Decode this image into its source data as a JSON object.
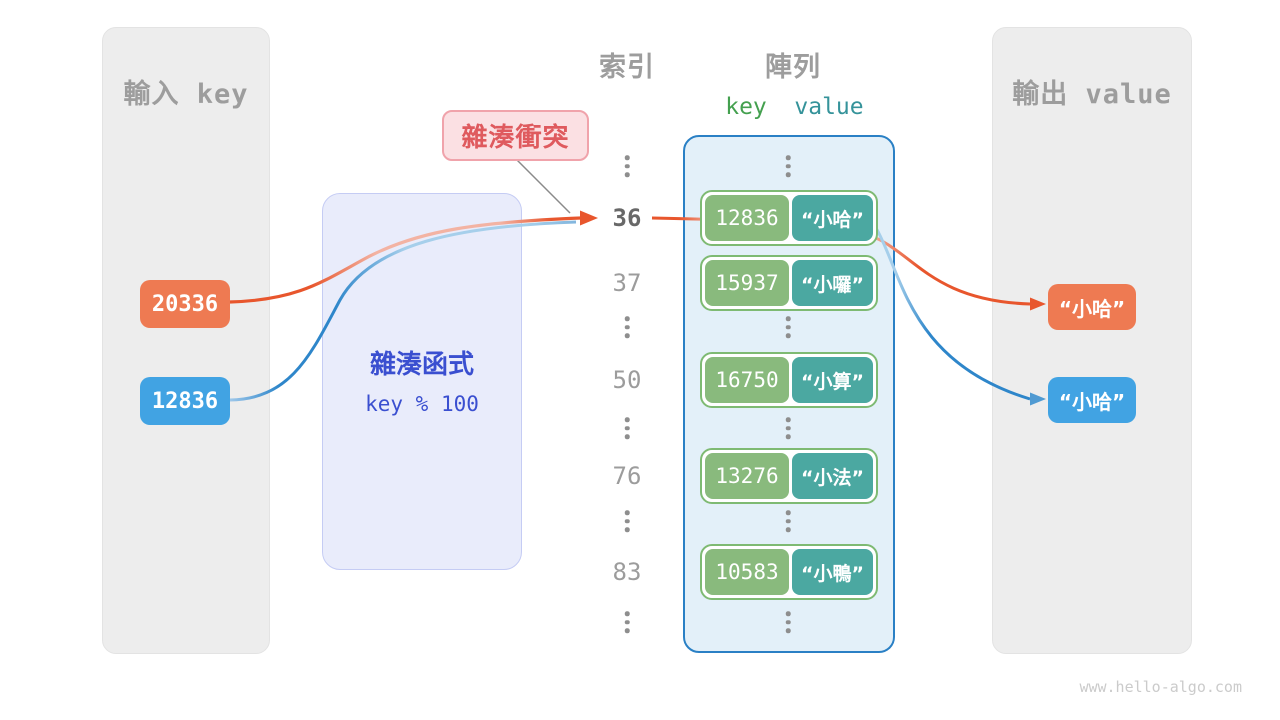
{
  "diagram": {
    "watermark": "www.hello-algo.com",
    "colors": {
      "orange": "#ee7a52",
      "blue": "#41a3e3",
      "green_key_cell": "#89ba7d",
      "teal_value_cell": "#4ba8a1",
      "panel_gray": "#ededed",
      "hash_box_fill": "#e9ecfb",
      "hash_text_blue": "#3a4fd0",
      "collision_red": "#df5a5e",
      "array_border_blue": "#2a80c5"
    },
    "input_panel": {
      "title": "輸入 key",
      "keys": [
        {
          "label": "20336"
        },
        {
          "label": "12836"
        }
      ]
    },
    "hash_box": {
      "name": "雜湊函式",
      "formula": "key % 100"
    },
    "collision_label": "雜湊衝突",
    "columns": {
      "index_title": "索引",
      "array_title": "陣列",
      "key_header": "key",
      "value_header": "value"
    },
    "index_values": {
      "i0": "36",
      "i1": "37",
      "i2": "50",
      "i3": "76",
      "i4": "83"
    },
    "rows": [
      {
        "key": "12836",
        "value": "“小哈”"
      },
      {
        "key": "15937",
        "value": "“小囉”"
      },
      {
        "key": "16750",
        "value": "“小算”"
      },
      {
        "key": "13276",
        "value": "“小法”"
      },
      {
        "key": "10583",
        "value": "“小鴨”"
      }
    ],
    "output_panel": {
      "title": "輸出 value",
      "values": [
        {
          "label": "“小哈”"
        },
        {
          "label": "“小哈”"
        }
      ]
    }
  }
}
